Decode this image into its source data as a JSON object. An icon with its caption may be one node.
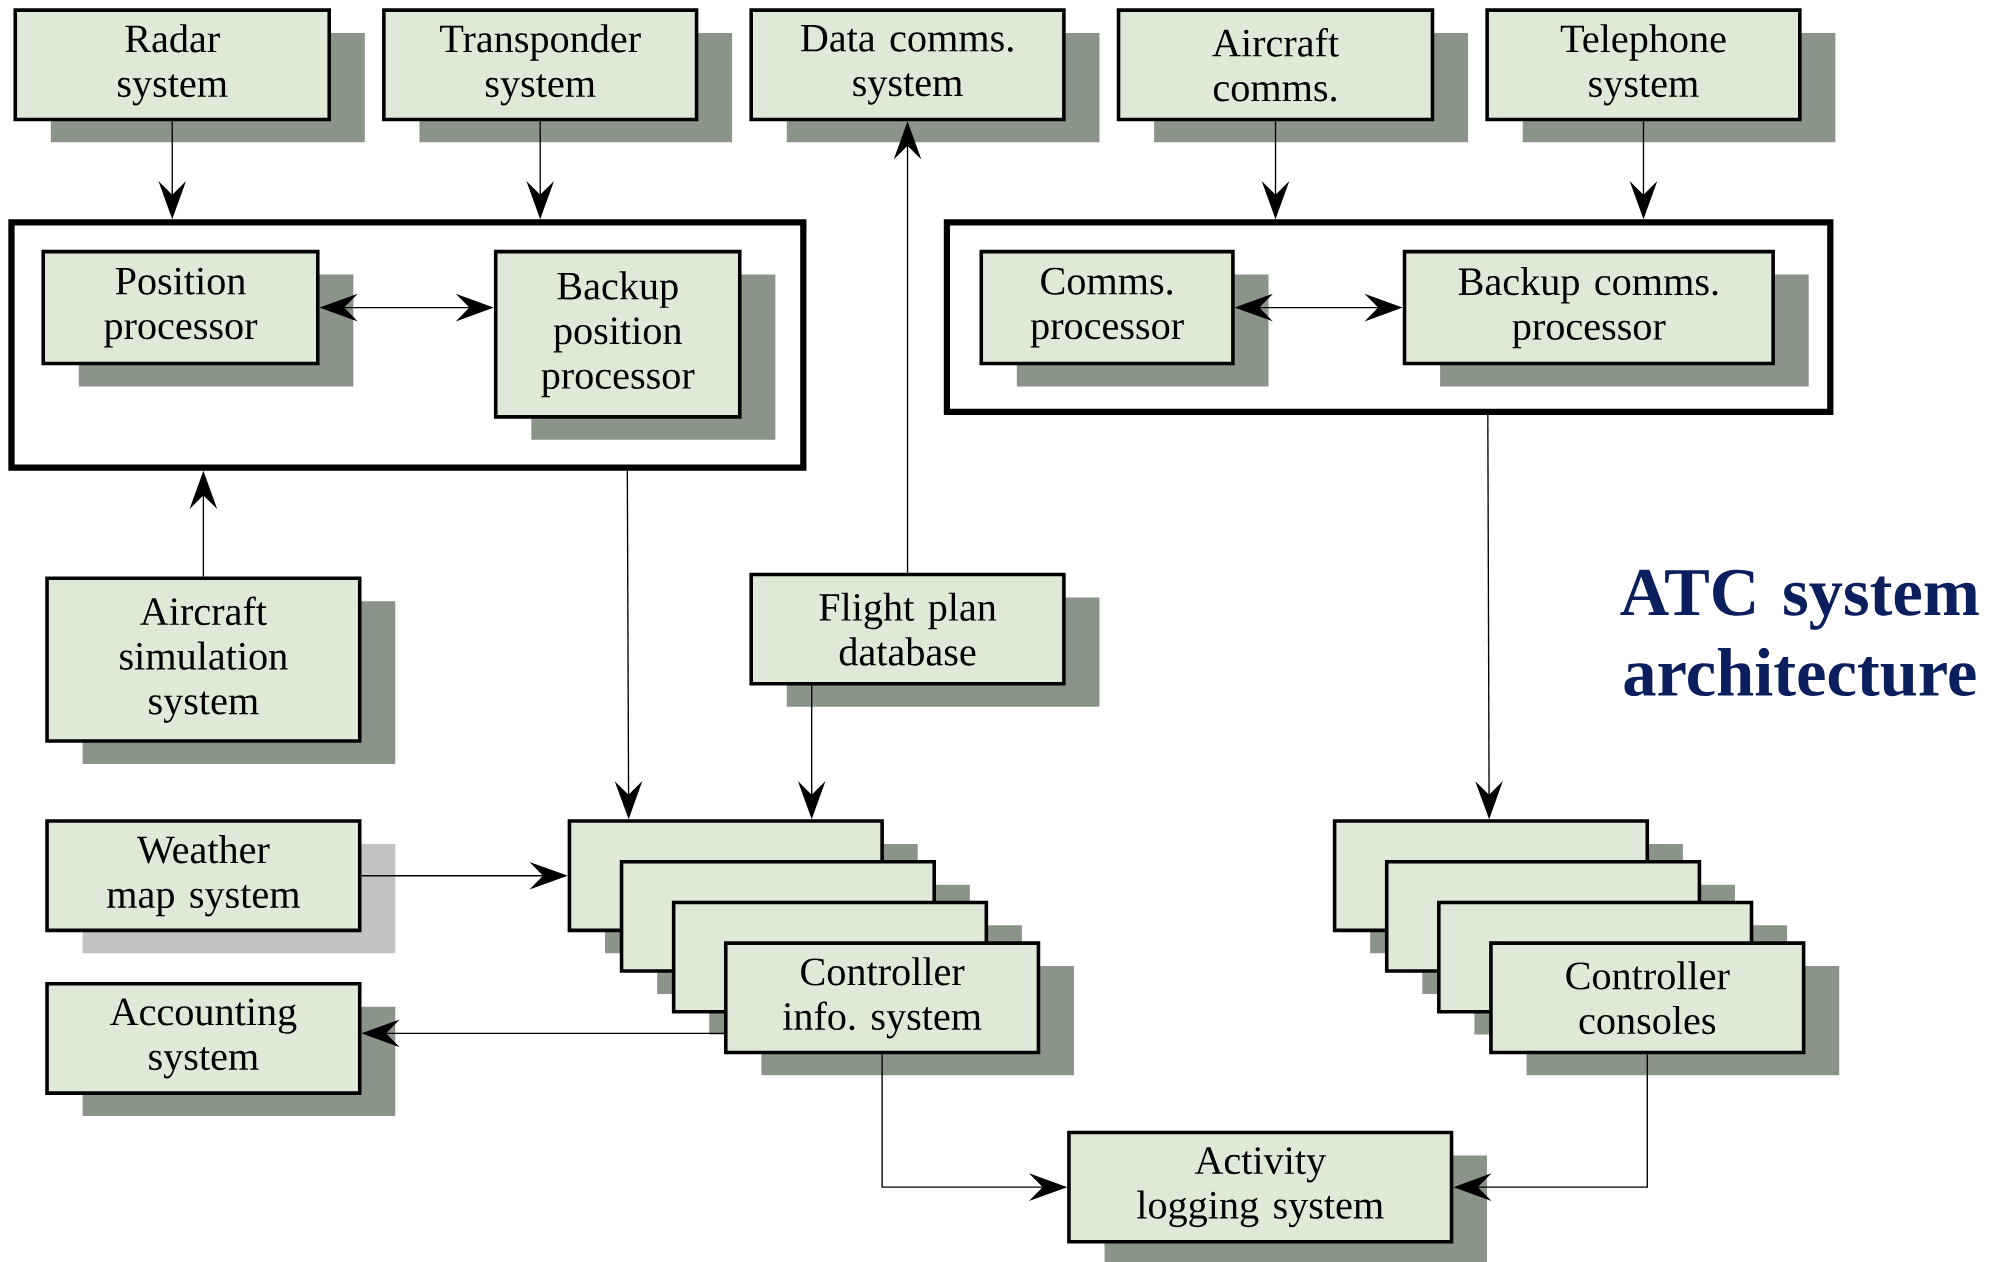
{
  "diagram": {
    "title": "ATC system architecture",
    "nodes": [
      {
        "text": [
          "Radar system"
        ]
      },
      {
        "text": [
          "Transponder system"
        ]
      },
      {
        "text": [
          "Data comms. system"
        ]
      },
      {
        "text": [
          "Aircraft comms."
        ]
      },
      {
        "text": [
          "Telephone system"
        ]
      },
      {
        "text": [],
        "shape": "box"
      },
      {
        "text": [
          "Position processor"
        ],
        "in": 5
      },
      {
        "text": [
          "Backup position processor"
        ],
        "in": 5
      },
      {
        "text": [],
        "shape": "box"
      },
      {
        "text": [
          "Comms. processor"
        ],
        "in": 8
      },
      {
        "text": [
          "Backup comms. processor"
        ],
        "in": 8
      },
      {
        "text": [
          "Aircraft simulation system"
        ]
      },
      {
        "text": [
          "Flight plan database"
        ]
      },
      {
        "text": [
          "Weather map system"
        ]
      },
      {
        "text": [
          "Accounting system"
        ]
      },
      {
        "text": [],
        "shape": "box"
      },
      {
        "text": [],
        "shape": "box"
      },
      {
        "text": [],
        "shape": "box"
      },
      {
        "text": [
          "Controller info. system"
        ]
      },
      {
        "text": [],
        "shape": "box"
      },
      {
        "text": [],
        "shape": "box"
      },
      {
        "text": [],
        "shape": "box"
      },
      {
        "text": [
          "Controller consoles"
        ]
      },
      {
        "text": [
          "Activity logging system"
        ]
      }
    ],
    "edges": [
      {
        "from": 0,
        "to": 5,
        "arrow": "to"
      },
      {
        "from": 1,
        "to": 5,
        "arrow": "to"
      },
      {
        "from": 3,
        "to": 8,
        "arrow": "to"
      },
      {
        "from": 4,
        "to": 8,
        "arrow": "to"
      },
      {
        "from": 6,
        "to": 7,
        "arrow": "both"
      },
      {
        "from": 9,
        "to": 10,
        "arrow": "both"
      },
      {
        "from": 11,
        "to": 5,
        "arrow": "to"
      },
      {
        "from": 12,
        "to": 2,
        "arrow": "to"
      },
      {
        "from": 5,
        "to": 15,
        "arrow": "to"
      },
      {
        "from": 12,
        "to": 15,
        "arrow": "to"
      },
      {
        "from": 8,
        "to": 19,
        "arrow": "to"
      },
      {
        "from": 13,
        "to": 15,
        "arrow": "to"
      },
      {
        "from": 18,
        "to": 14,
        "arrow": "to"
      },
      {
        "from": 18,
        "to": 23,
        "arrow": "to"
      },
      {
        "from": 22,
        "to": 23,
        "arrow": "to"
      }
    ]
  }
}
